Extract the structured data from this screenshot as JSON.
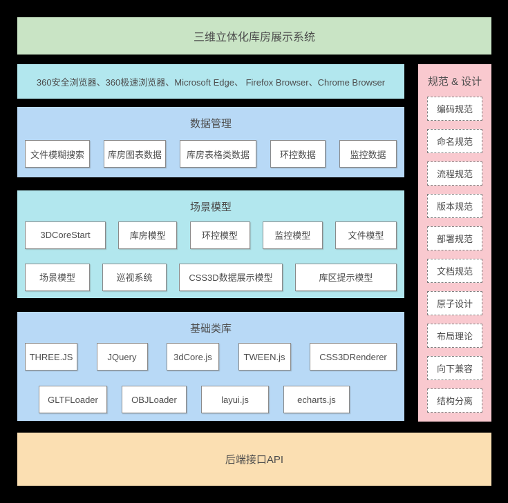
{
  "colors": {
    "background": "#000000",
    "banner_green": "#c9e4c5",
    "cyan": "#b2e7ee",
    "blue": "#b8d9f6",
    "pink": "#f9c9cf",
    "orange": "#fbdfb2",
    "box_border": "#8a8a8a",
    "text": "#4d4d4d"
  },
  "header": {
    "title": "三维立体化库房展示系统"
  },
  "browsers": {
    "label": "360安全浏览器、360极速浏览器、Microsoft Edge、 Firefox Browser、Chrome Browser"
  },
  "sections": [
    {
      "title": "数据管理",
      "rows": [
        [
          "文件模糊搜索",
          "库房图表数据",
          "库房表格类数据",
          "环控数据",
          "监控数据"
        ]
      ]
    },
    {
      "title": "场景模型",
      "rows": [
        [
          "3DCoreStart",
          "库房模型",
          "环控模型",
          "监控模型",
          "文件模型"
        ],
        [
          "场景模型",
          "巡视系统",
          "CSS3D数据展示模型",
          "库区提示模型"
        ]
      ]
    },
    {
      "title": "基础类库",
      "rows": [
        [
          "THREE.JS",
          "JQuery",
          "3dCore.js",
          "TWEEN.js",
          "CSS3DRenderer"
        ],
        [
          "GLTFLoader",
          "OBJLoader",
          "layui.js",
          "echarts.js"
        ]
      ]
    }
  ],
  "spec_panel": {
    "title": "规范 & 设计",
    "items": [
      "编码规范",
      "命名规范",
      "流程规范",
      "版本规范",
      "部署规范",
      "文档规范",
      "原子设计",
      "布局理论",
      "向下兼容",
      "结构分离"
    ]
  },
  "footer": {
    "title": "后端接口API"
  }
}
